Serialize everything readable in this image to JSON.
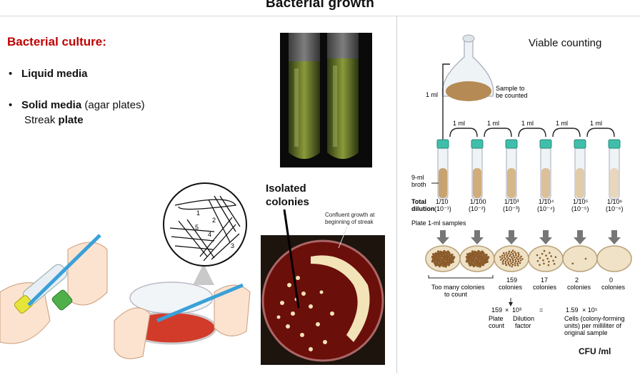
{
  "header": {
    "title": "Bacterial growth"
  },
  "left": {
    "heading": "Bacterial culture:",
    "bullet1": "Liquid media",
    "bullet2_bold": "Solid media",
    "bullet2_rest": " (agar plates)",
    "sub_plain": "Streak ",
    "sub_bold": "plate",
    "bullet_glyph": "•"
  },
  "streak": {
    "labels": [
      "1",
      "2",
      "3",
      "4",
      "5"
    ]
  },
  "dish": {
    "isolated_line1": "Isolated",
    "isolated_line2": "colonies",
    "confluent_line1": "Confluent growth at",
    "confluent_line2": "beginning of streak"
  },
  "viable": {
    "title": "Viable counting",
    "sample_line1": "Sample to",
    "sample_line2": "be counted",
    "one_ml": "1 ml",
    "broth_line1": "9-ml",
    "broth_line2": "broth",
    "total_line1": "Total",
    "total_line2": "dilution",
    "dilutions": [
      {
        "frac": "1/10",
        "exp": "(10⁻¹)"
      },
      {
        "frac": "1/100",
        "exp": "(10⁻²)"
      },
      {
        "frac": "1/10³",
        "exp": "(10⁻³)"
      },
      {
        "frac": "1/10⁴",
        "exp": "(10⁻⁴)"
      },
      {
        "frac": "1/10⁵",
        "exp": "(10⁻⁵)"
      },
      {
        "frac": "1/10⁶",
        "exp": "(10⁻⁶)"
      }
    ],
    "plate_label": "Plate 1-ml samples",
    "too_many_line1": "Too many colonies",
    "too_many_line2": "to count",
    "counts": [
      {
        "n": "159",
        "w": "colonies"
      },
      {
        "n": "17",
        "w": "colonies"
      },
      {
        "n": "2",
        "w": "colonies"
      },
      {
        "n": "0",
        "w": "colonies"
      }
    ],
    "formula": {
      "a": "159",
      "times": "×",
      "b": "10³",
      "eq": "=",
      "c": "1.59",
      "d": "× 10⁵",
      "plate_count_1": "Plate",
      "plate_count_2": "count",
      "dilution_factor_1": "Dilution",
      "dilution_factor_2": "factor",
      "cells_1": "Cells (colony-forming",
      "cells_2": "units) per milliliter of",
      "cells_3": "original sample"
    },
    "cfu": "CFU /ml"
  }
}
